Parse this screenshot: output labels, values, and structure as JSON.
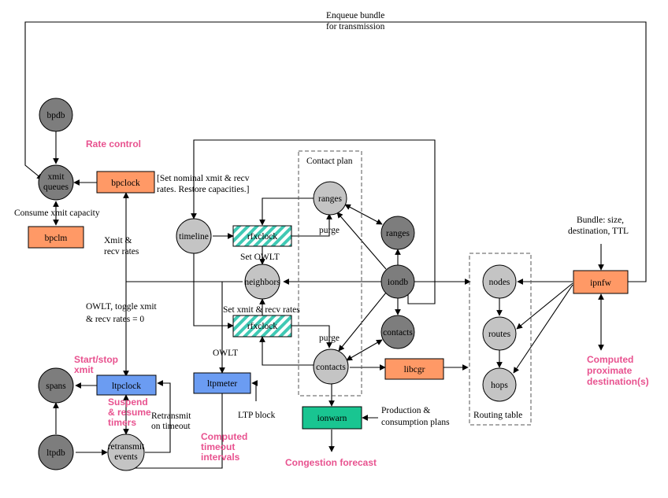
{
  "colors": {
    "node_dark": "#7d7d7d",
    "node_light": "#c4c4c4",
    "box_orange": "#ff9966",
    "box_blue": "#6b9cf2",
    "box_green": "#19c591",
    "hatch_teal": "#3fc9b4",
    "annotation_pink": "#e8528f"
  },
  "nodes": {
    "bpdb": "bpdb",
    "xmit_queues_1": "xmit",
    "xmit_queues_2": "queues",
    "timeline": "timeline",
    "neighbors": "neighbors",
    "ranges_cp": "ranges",
    "contacts_cp": "contacts",
    "ranges_db": "ranges",
    "iondb": "iondb",
    "contacts_db": "contacts",
    "nodes": "nodes",
    "routes": "routes",
    "hops": "hops",
    "spans": "spans",
    "ltpdb": "ltpdb",
    "retransmit_1": "retransmit",
    "retransmit_2": "events"
  },
  "boxes": {
    "bpclock": "bpclock",
    "bpclm": "bpclm",
    "rfxclock_top": "rfxclock",
    "rfxclock_bottom": "rfxclock",
    "ltpclock": "ltpclock",
    "ltpmeter": "ltpmeter",
    "libcgr": "libcgr",
    "ionwarn": "ionwarn",
    "ipnfw": "ipnfw"
  },
  "labels": {
    "enqueue_1": "Enqueue bundle",
    "enqueue_2": "for transmission",
    "set_nominal_1": "[Set nominal xmit & recv",
    "set_nominal_2": "rates.  Restore capacities.]",
    "consume": "Consume xmit capacity",
    "xmit_recv_1": "Xmit &",
    "xmit_recv_2": "recv rates",
    "owlt_toggle_1": "OWLT, toggle xmit",
    "owlt_toggle_2": "& recv rates = 0",
    "set_owlt": "Set OWLT",
    "set_xmit_recv": "Set xmit & recv rates",
    "purge_top": "purge",
    "purge_bottom": "purge",
    "owlt": "OWLT",
    "ltp_block": "LTP block",
    "retransmit_timeout_1": "Retransmit",
    "retransmit_timeout_2": "on timeout",
    "production_1": "Production &",
    "production_2": "consumption plans",
    "contact_plan": "Contact plan",
    "routing_table": "Routing table",
    "bundle_1": "Bundle: size,",
    "bundle_2": "destination, TTL"
  },
  "annotations": {
    "rate_control": "Rate control",
    "start_stop_1": "Start/stop",
    "start_stop_2": "xmit",
    "suspend_1": "Suspend",
    "suspend_2": "& resume",
    "suspend_3": "timers",
    "computed_timeout_1": "Computed",
    "computed_timeout_2": "timeout",
    "computed_timeout_3": "intervals",
    "congestion": "Congestion forecast",
    "proximate_1": "Computed",
    "proximate_2": "proximate",
    "proximate_3": "destination(s)"
  }
}
